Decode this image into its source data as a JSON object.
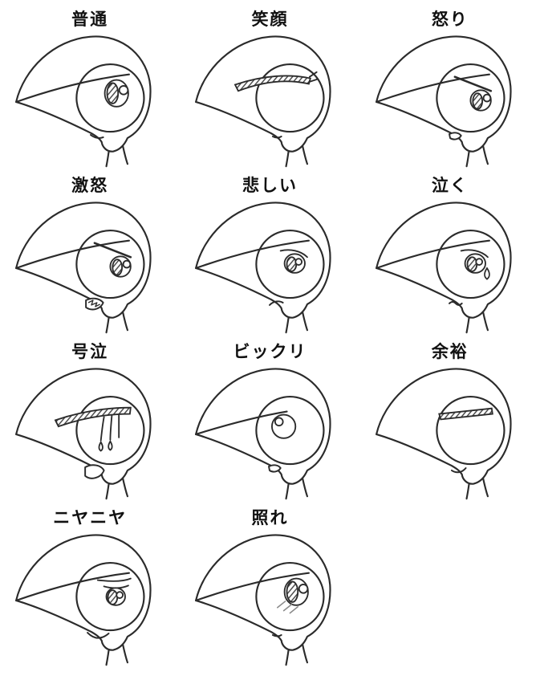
{
  "sheet": {
    "background": "#ffffff",
    "ink": "#2b2b2b",
    "expressions": [
      {
        "label": "普通"
      },
      {
        "label": "笑顔"
      },
      {
        "label": "怒り"
      },
      {
        "label": "激怒"
      },
      {
        "label": "悲しい"
      },
      {
        "label": "泣く"
      },
      {
        "label": "号泣"
      },
      {
        "label": "ビックリ"
      },
      {
        "label": "余裕"
      },
      {
        "label": "ニヤニヤ"
      },
      {
        "label": "照れ"
      }
    ]
  }
}
